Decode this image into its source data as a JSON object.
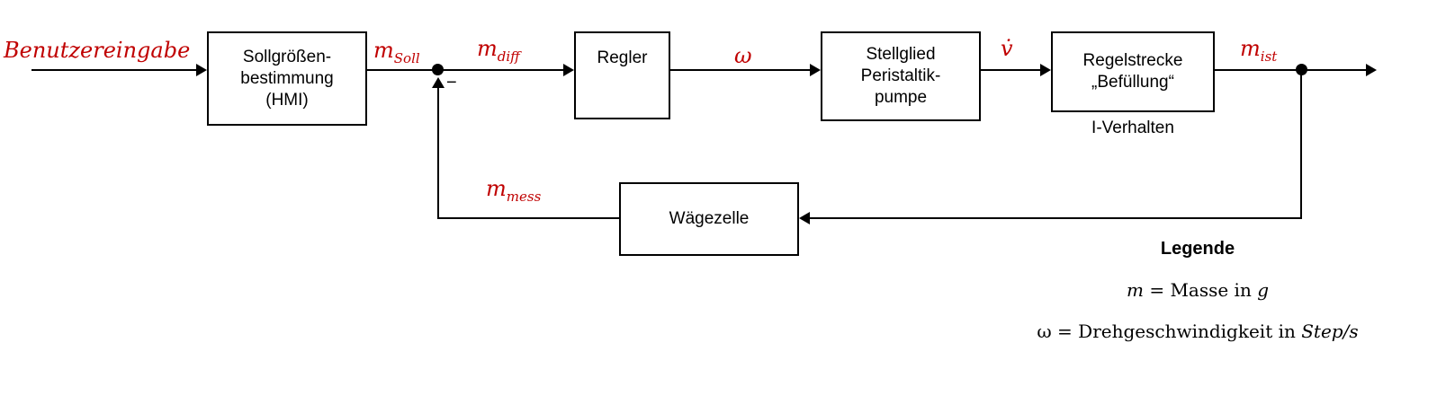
{
  "input_label": "Benutzereingabe",
  "blocks": {
    "hmi": {
      "line1": "Sollgrößen-",
      "line2": "bestimmung",
      "line3": "(HMI)"
    },
    "regler": {
      "label": "Regler"
    },
    "stellglied": {
      "line1": "Stellglied",
      "line2": "Peristaltik-",
      "line3": "pumpe"
    },
    "regelstrecke": {
      "line1": "Regelstrecke",
      "line2": "„Befüllung“",
      "caption": "I-Verhalten"
    },
    "waegezelle": {
      "label": "Wägezelle"
    }
  },
  "signals": {
    "m_soll": {
      "base": "m",
      "sub": "Soll"
    },
    "m_diff": {
      "base": "m",
      "sub": "diff"
    },
    "omega": "ω",
    "v_dot": "v̇",
    "m_ist": {
      "base": "m",
      "sub": "ist"
    },
    "m_mess": {
      "base": "m",
      "sub": "mess"
    }
  },
  "junction": {
    "minus": "−"
  },
  "legend": {
    "title": "Legende",
    "entries": [
      {
        "sym": "m",
        "eq": "=",
        "text": "Masse in",
        "unit": "g"
      },
      {
        "sym": "ω",
        "eq": "=",
        "text": "Drehgeschwindigkeit in",
        "unit": "Step/s"
      }
    ]
  },
  "colors": {
    "signal_red": "#C00000",
    "line_black": "#000000"
  }
}
